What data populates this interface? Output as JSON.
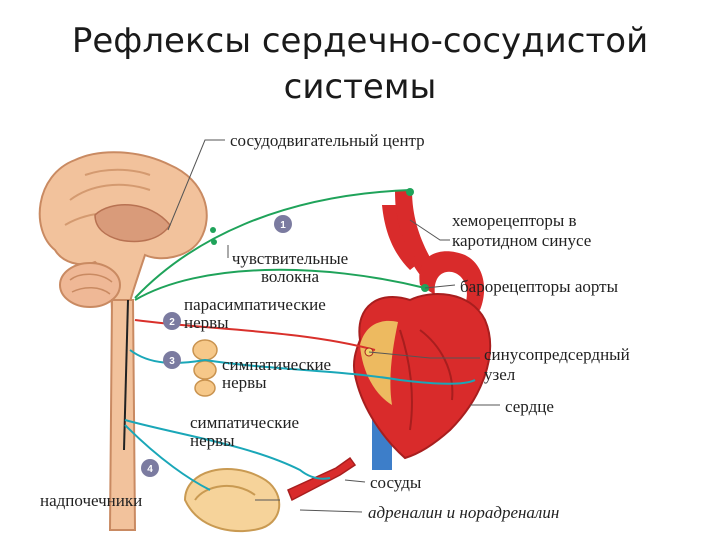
{
  "title": {
    "line1": "Рефлексы сердечно-сосудистой",
    "line2": "системы"
  },
  "labels": {
    "vasomotor_center": "сосудодвигательный центр",
    "chemoreceptors_line1": "хеморецепторы в",
    "chemoreceptors_line2": "каротидном синусе",
    "sensory_fibers_line1": "чувствительные",
    "sensory_fibers_line2": "волокна",
    "baroreceptors": "барорецепторы аорты",
    "parasympathetic_line1": "парасимпатические",
    "parasympathetic_line2": "нервы",
    "sinoatrial_line1": "синусопредсердный",
    "sinoatrial_line2": "узел",
    "sympathetic1_line1": "симпатические",
    "sympathetic1_line2": "нервы",
    "heart": "сердце",
    "sympathetic2_line1": "симпатические",
    "sympathetic2_line2": "нервы",
    "vessels": "сосуды",
    "adrenal": "надпочечники",
    "hormones": "адреналин и норадреналин"
  },
  "pathway_numbers": [
    "1",
    "2",
    "3",
    "4"
  ],
  "colors": {
    "sensory_pathway": "#1fa35a",
    "parasympathetic_pathway": "#d9302b",
    "sympathetic_pathway": "#1aa7b8",
    "badge": "#7b7ba0",
    "brain": "#f2c29c",
    "heart_red": "#d92b2b",
    "vein_blue": "#3d7ec9"
  }
}
